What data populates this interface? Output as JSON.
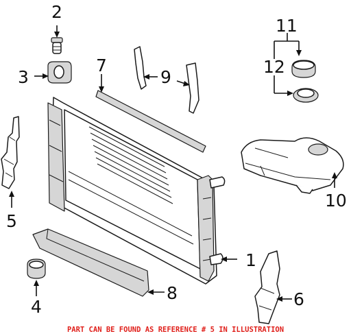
{
  "callouts": {
    "c1": "1",
    "c2": "2",
    "c3": "3",
    "c4": "4",
    "c5": "5",
    "c6": "6",
    "c7": "7",
    "c8": "8",
    "c9": "9",
    "c10": "10",
    "c11": "11",
    "c12": "12"
  },
  "footer_note": "PART CAN BE FOUND AS REFERENCE # 5 IN ILLUSTRATION",
  "colors": {
    "note": "#e0201b",
    "line": "#1a1a1a",
    "shading": "#d6d6d6"
  }
}
